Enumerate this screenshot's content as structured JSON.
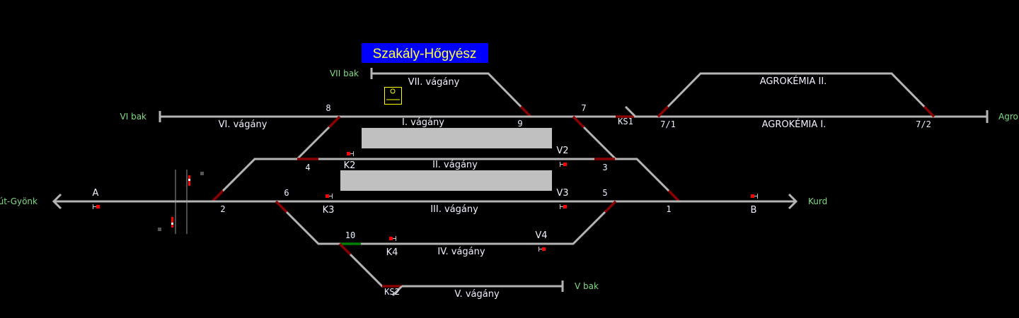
{
  "station": {
    "title": "Szakály-Hőgyész"
  },
  "colors": {
    "background": "#000000",
    "track": "#b4b4b4",
    "switch_occupied": "#8b0000",
    "route_set": "#008000",
    "title_bg": "#0000ff",
    "title_text": "#ffff40",
    "destination": "#7fdc7f",
    "signal": "#ff0000"
  },
  "destinations": {
    "left": "út-Gyönk",
    "right": "Kurd",
    "agro": "Agro",
    "vi_bak": "VI bak",
    "vii_bak": "VII bak",
    "v_bak": "V bak"
  },
  "tracks": {
    "vii": "VII. vágány",
    "vi": "VI. vágány",
    "i": "I. vágány",
    "ii": "II. vágány",
    "iii": "III. vágány",
    "iv": "IV. vágány",
    "v": "V. vágány",
    "agro1": "AGROKÉMIA I.",
    "agro2": "AGROKÉMIA II."
  },
  "switches": {
    "s1": "1",
    "s2": "2",
    "s3": "3",
    "s4": "4",
    "s5": "5",
    "s6": "6",
    "s7": "7",
    "s8": "8",
    "s9": "9",
    "s10": "10",
    "s71": "7/1",
    "s72": "7/2",
    "ks1": "KS1",
    "ks2": "KS2"
  },
  "signals": {
    "A": "A",
    "B": "B",
    "K2": "K2",
    "K3": "K3",
    "K4": "K4",
    "V2": "V2",
    "V3": "V3",
    "V4": "V4"
  }
}
